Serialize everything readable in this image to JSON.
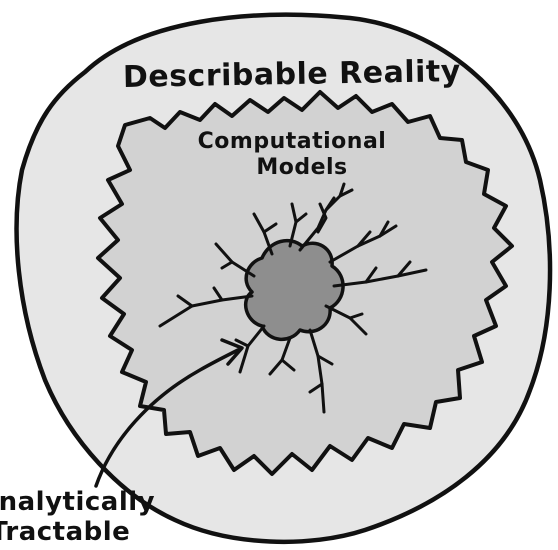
{
  "diagram": {
    "outer_label": "Describable Reality",
    "middle_label_line1": "Computational",
    "middle_label_line2": "Models",
    "core_label_line1": "Analytically",
    "core_label_line2": "Tractable"
  },
  "colors": {
    "outer_fill": "#e6e6e6",
    "middle_fill": "#d2d2d2",
    "core_fill": "#8e8e8e",
    "stroke": "#111111",
    "background": "#ffffff"
  }
}
